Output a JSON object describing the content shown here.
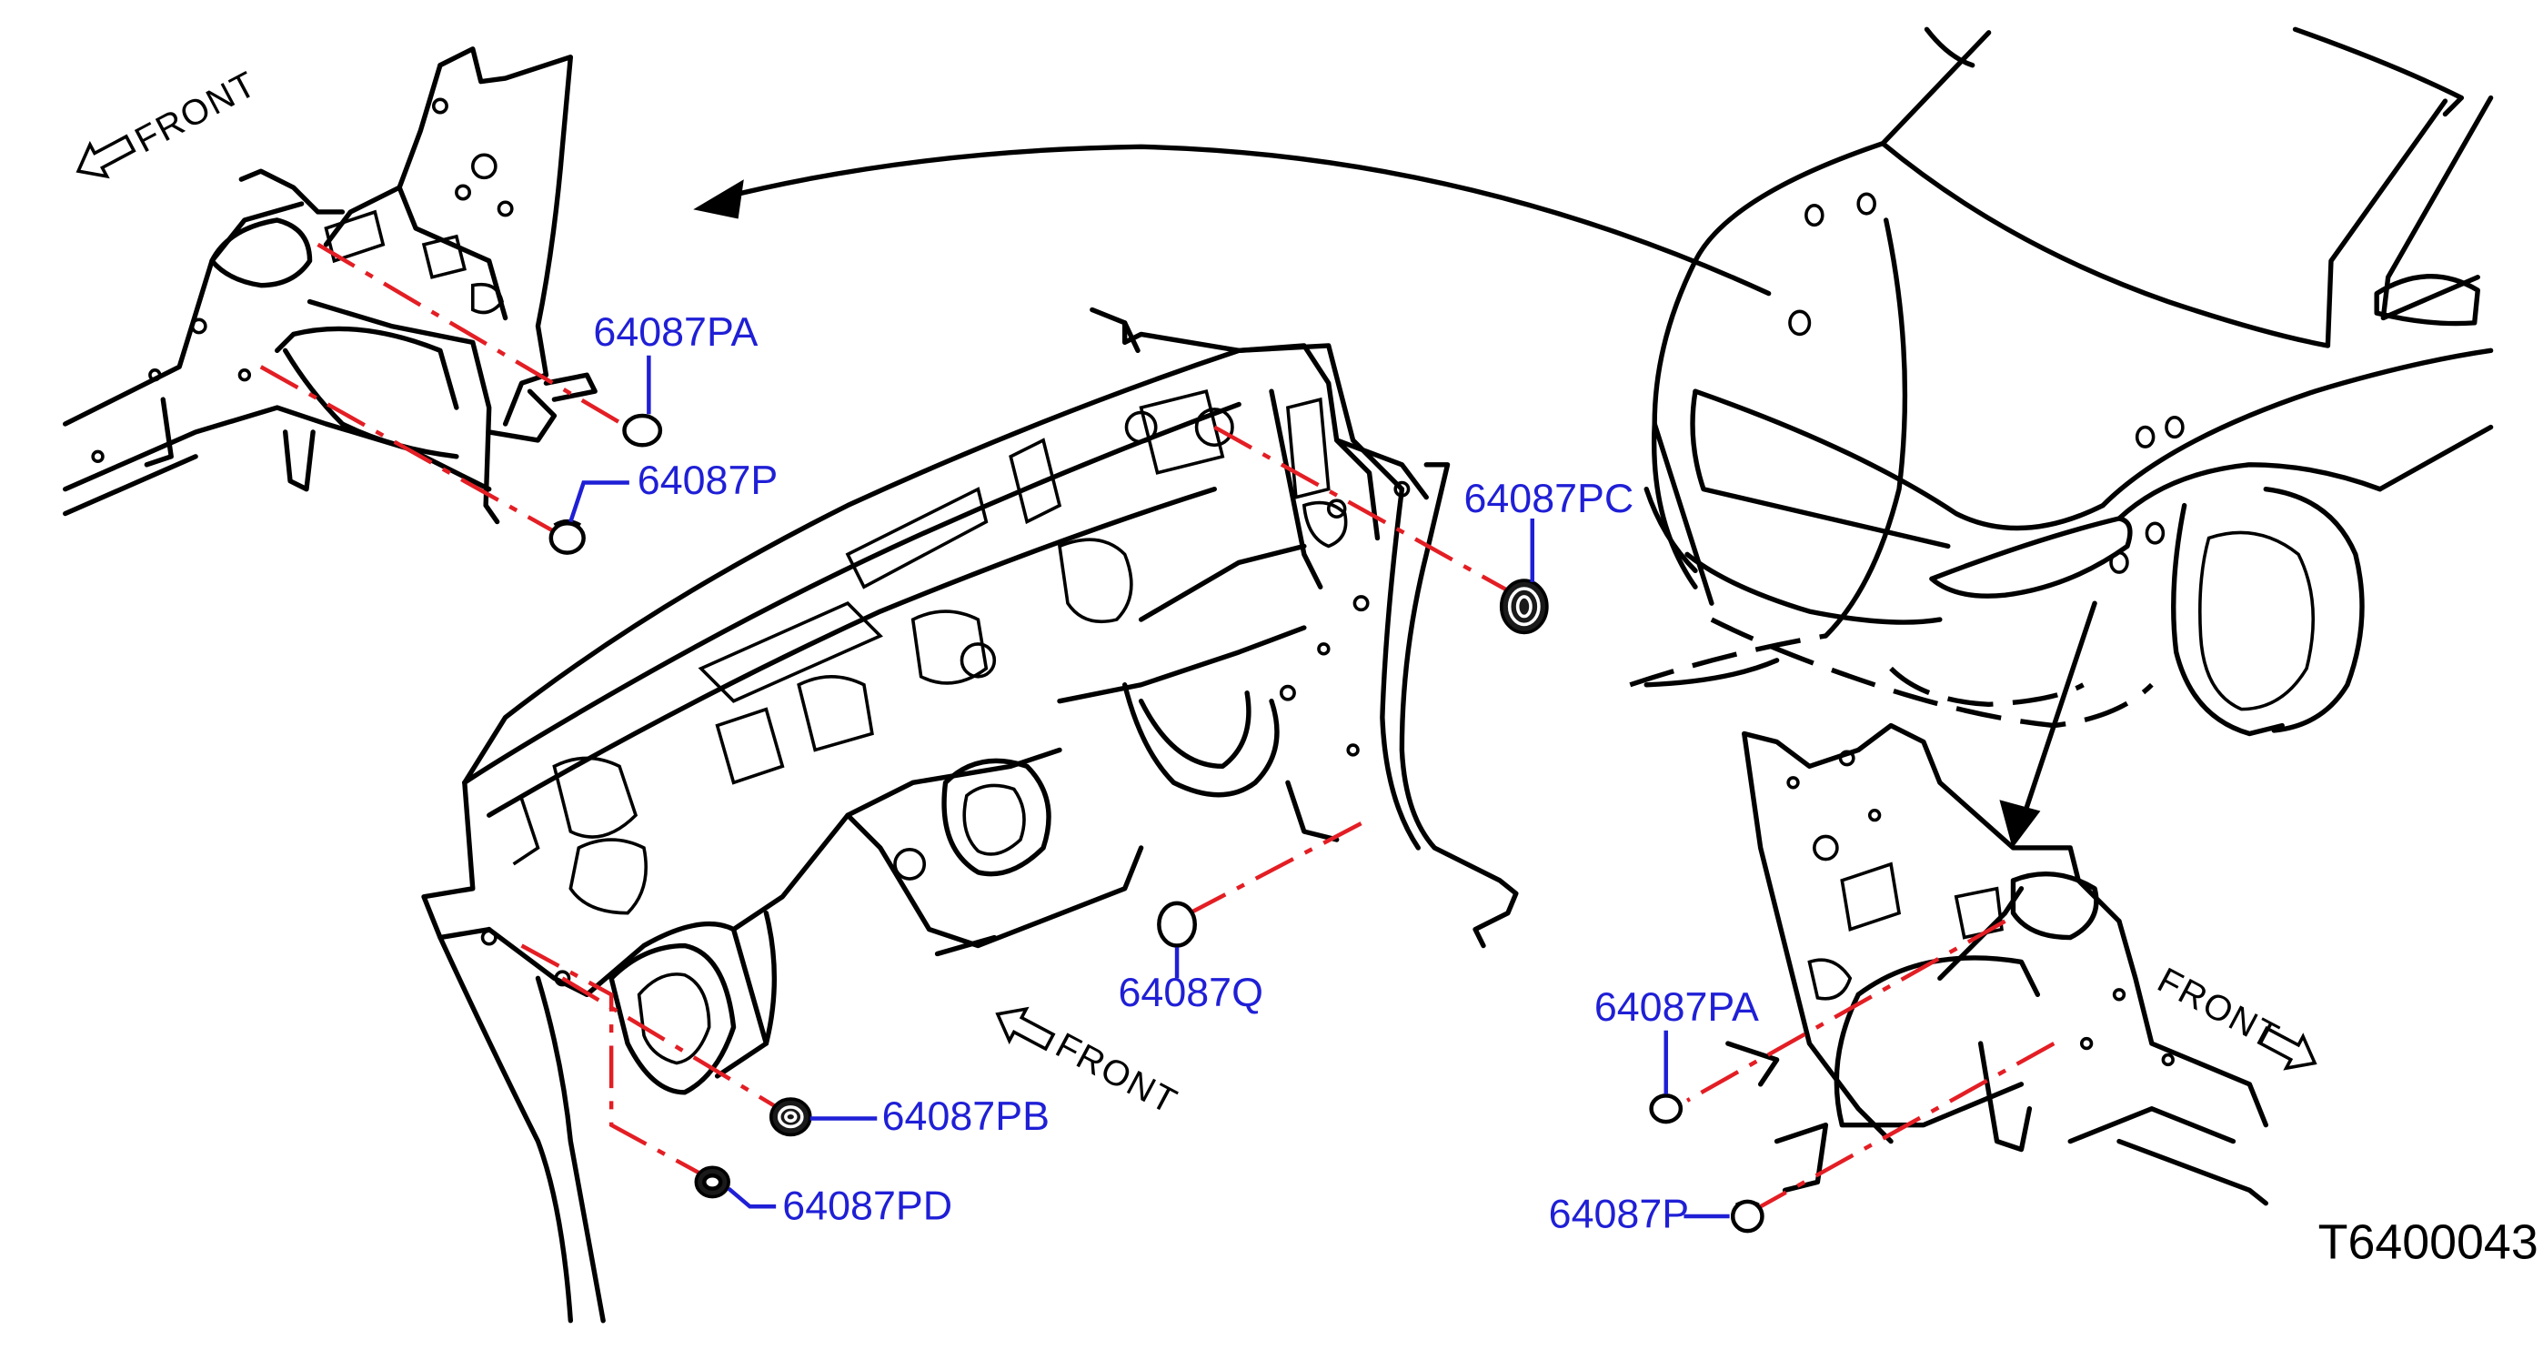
{
  "diagram_code": "T6400043",
  "callouts": {
    "pa_top": "64087PA",
    "p_top": "64087P",
    "pc": "64087PC",
    "q": "64087Q",
    "pb": "64087PB",
    "pd": "64087PD",
    "pa_right": "64087PA",
    "p_right": "64087P"
  },
  "front_labels": {
    "top_left": "FRONT",
    "center": "FRONT",
    "right": "FRONT"
  },
  "colors": {
    "callout_text": "#1f1fd6",
    "assembly_line": "#e31e24",
    "linework": "#000000"
  },
  "icons": [
    "front-arrow-icon",
    "grommet-icon",
    "plug-icon",
    "curved-arrow-icon"
  ]
}
